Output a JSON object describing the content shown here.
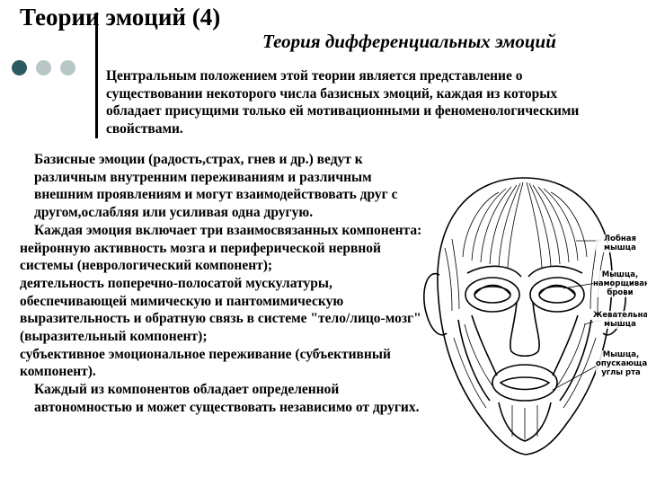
{
  "slide": {
    "title": "Теории эмоций (4)",
    "subtitle": "Теория дифференциальных эмоций",
    "intro": "Центральным положением этой теории является представление о существовании некоторого числа базисных эмоций, каждая из которых обладает присущими только ей мотивационными и феноменологическими свойствами.",
    "body": [
      "Базисные эмоции (радость,страх, гнев и др.) ведут к различным внутренним переживаниям и различным внешним проявлениям и могут взаимодействовать друг с другом,ослабляя или усиливая одна другую.",
      "Каждая эмоция включает три взаимосвязанных компонента:",
      "нейронную активность мозга и периферической нервной системы (неврологический компонент);",
      "деятельность поперечно-полосатой мускулатуры, обеспечивающей мимическую и пантомимическую выразительность и обратную связь в системе \"тело/лицо-мозг\" (выразительный компонент);",
      "субъективное эмоциональное переживание (субъективный компонент).",
      "Каждый из компонентов обладает определенной автономностью и может существовать независимо от других."
    ]
  },
  "figure": {
    "labels": {
      "frontal": "Лобная мышца",
      "corrugator": "Мышца, наморщивающая брови",
      "masseter": "Жевательная мышца",
      "depressor": "Мышца, опускающая углы рта"
    }
  },
  "colors": {
    "dot_dark": "#2e5b63",
    "dot_light": "#b8c6c8"
  }
}
